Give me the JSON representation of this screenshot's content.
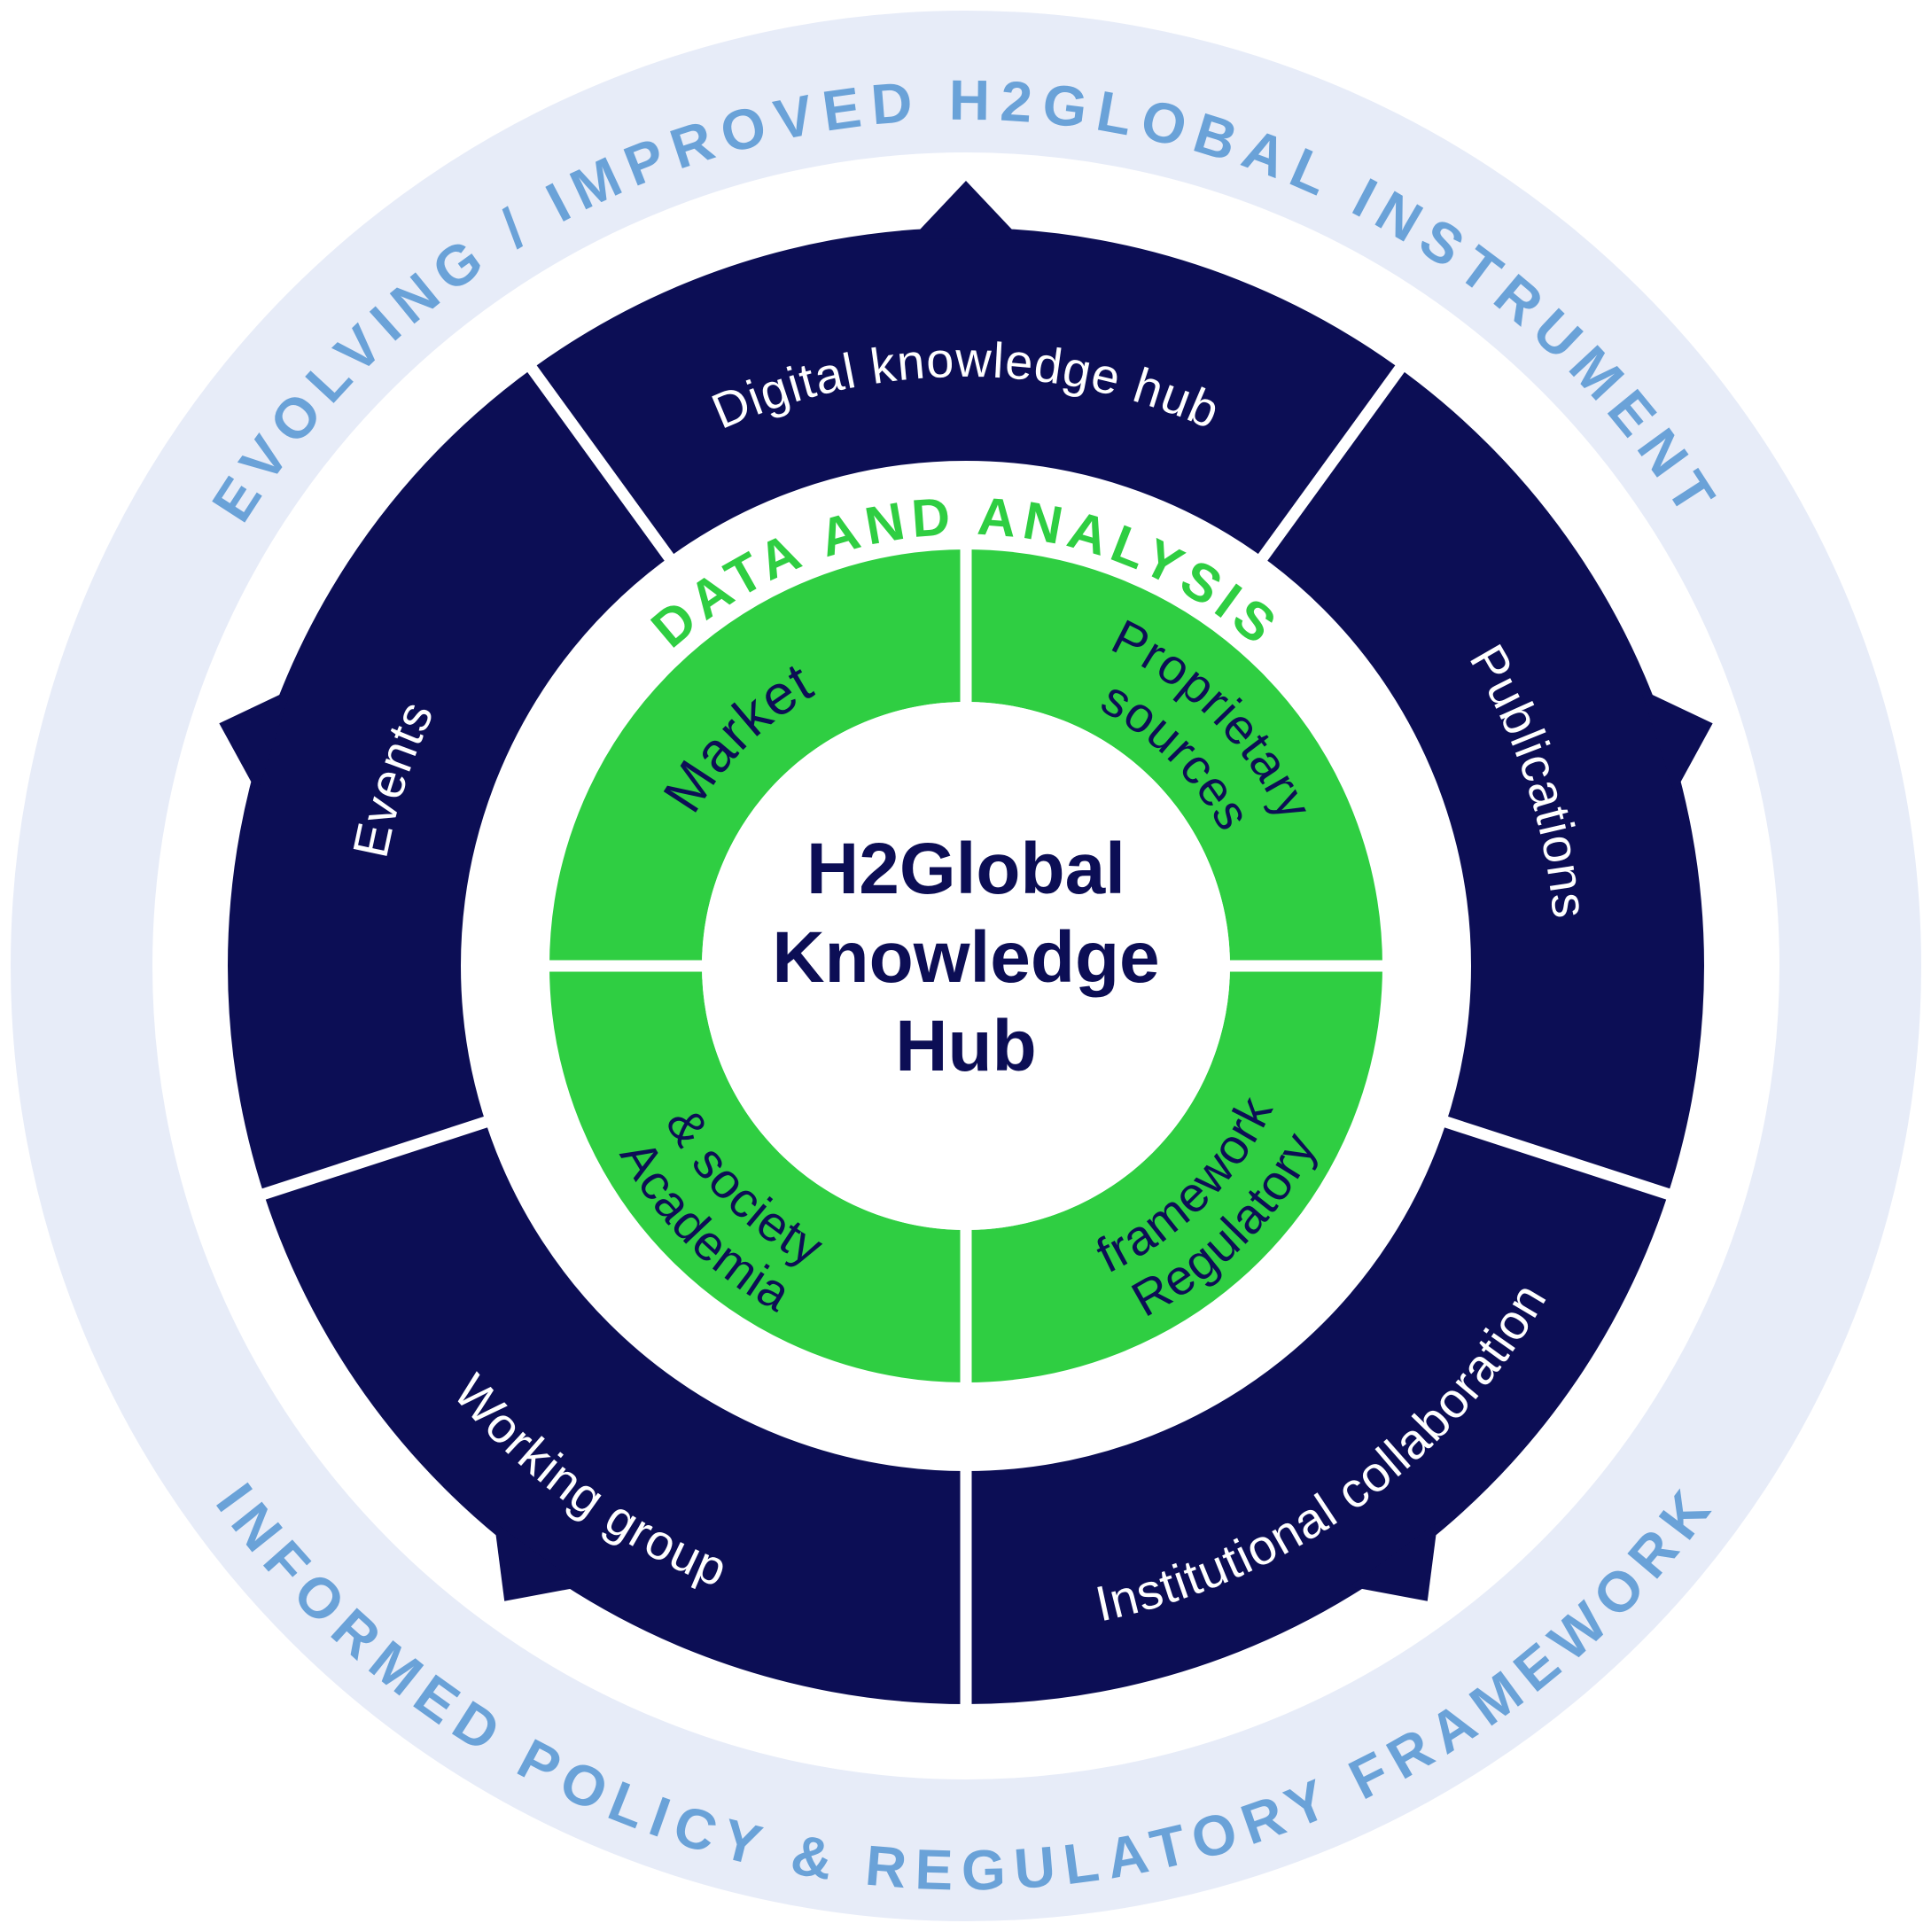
{
  "title": "H2Global Knowledge Hub diagram",
  "colors": {
    "navy": "#0c0e55",
    "green": "#2fce42",
    "pale_blue": "#e7ecf8",
    "outer_text_blue": "#6aa2d8",
    "white": "#ffffff"
  },
  "center": {
    "lines": [
      "H2Global",
      "Knowledge",
      "Hub"
    ]
  },
  "data_analysis_ring": {
    "heading": "DATA AND ANALYSIS",
    "segments": [
      {
        "label": "Market",
        "lines": [
          "Market"
        ]
      },
      {
        "label": "Proprietary sources",
        "lines": [
          "Proprietary",
          "sources"
        ]
      },
      {
        "label": "Regulatory framework",
        "lines": [
          "Regulatory",
          "framework"
        ]
      },
      {
        "label": "Academia & society",
        "lines": [
          "Academia",
          "& society"
        ]
      }
    ]
  },
  "activities_ring": {
    "segments": [
      {
        "label": "Digital knowledge hub"
      },
      {
        "label": "Publications"
      },
      {
        "label": "Institutional collaboration"
      },
      {
        "label": "Working group"
      },
      {
        "label": "Events"
      }
    ]
  },
  "outcome_ring": {
    "top": "EVOLVING / IMPROVED H2GLOBAL INSTRUMENT",
    "bottom": "INFORMED POLICY & REGULATORY FRAMEWORK"
  }
}
